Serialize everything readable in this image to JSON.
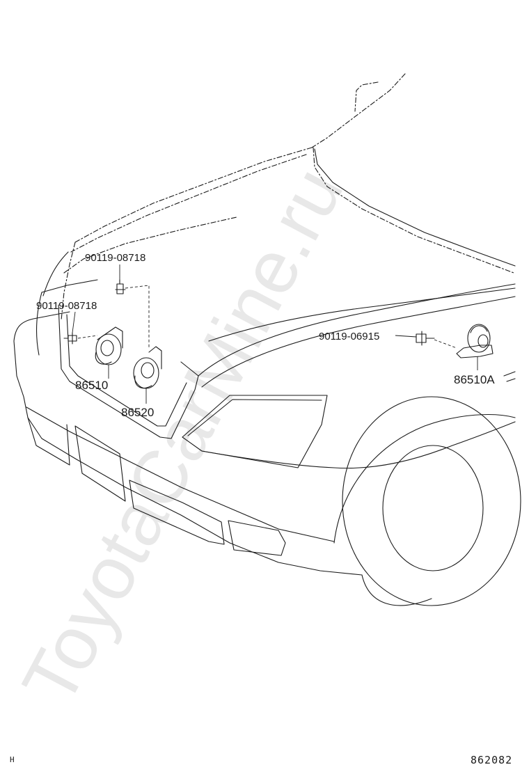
{
  "watermark": "ToyotaCarMine.ru",
  "labels": {
    "bolt_upper": "90119-08718",
    "bolt_left": "90119-08718",
    "bolt_right": "90119-06915",
    "horn_low": "86510",
    "horn_high": "86520",
    "horn_right": "86510A"
  },
  "footer": {
    "left_mark": "H",
    "diagram_number": "862082"
  }
}
